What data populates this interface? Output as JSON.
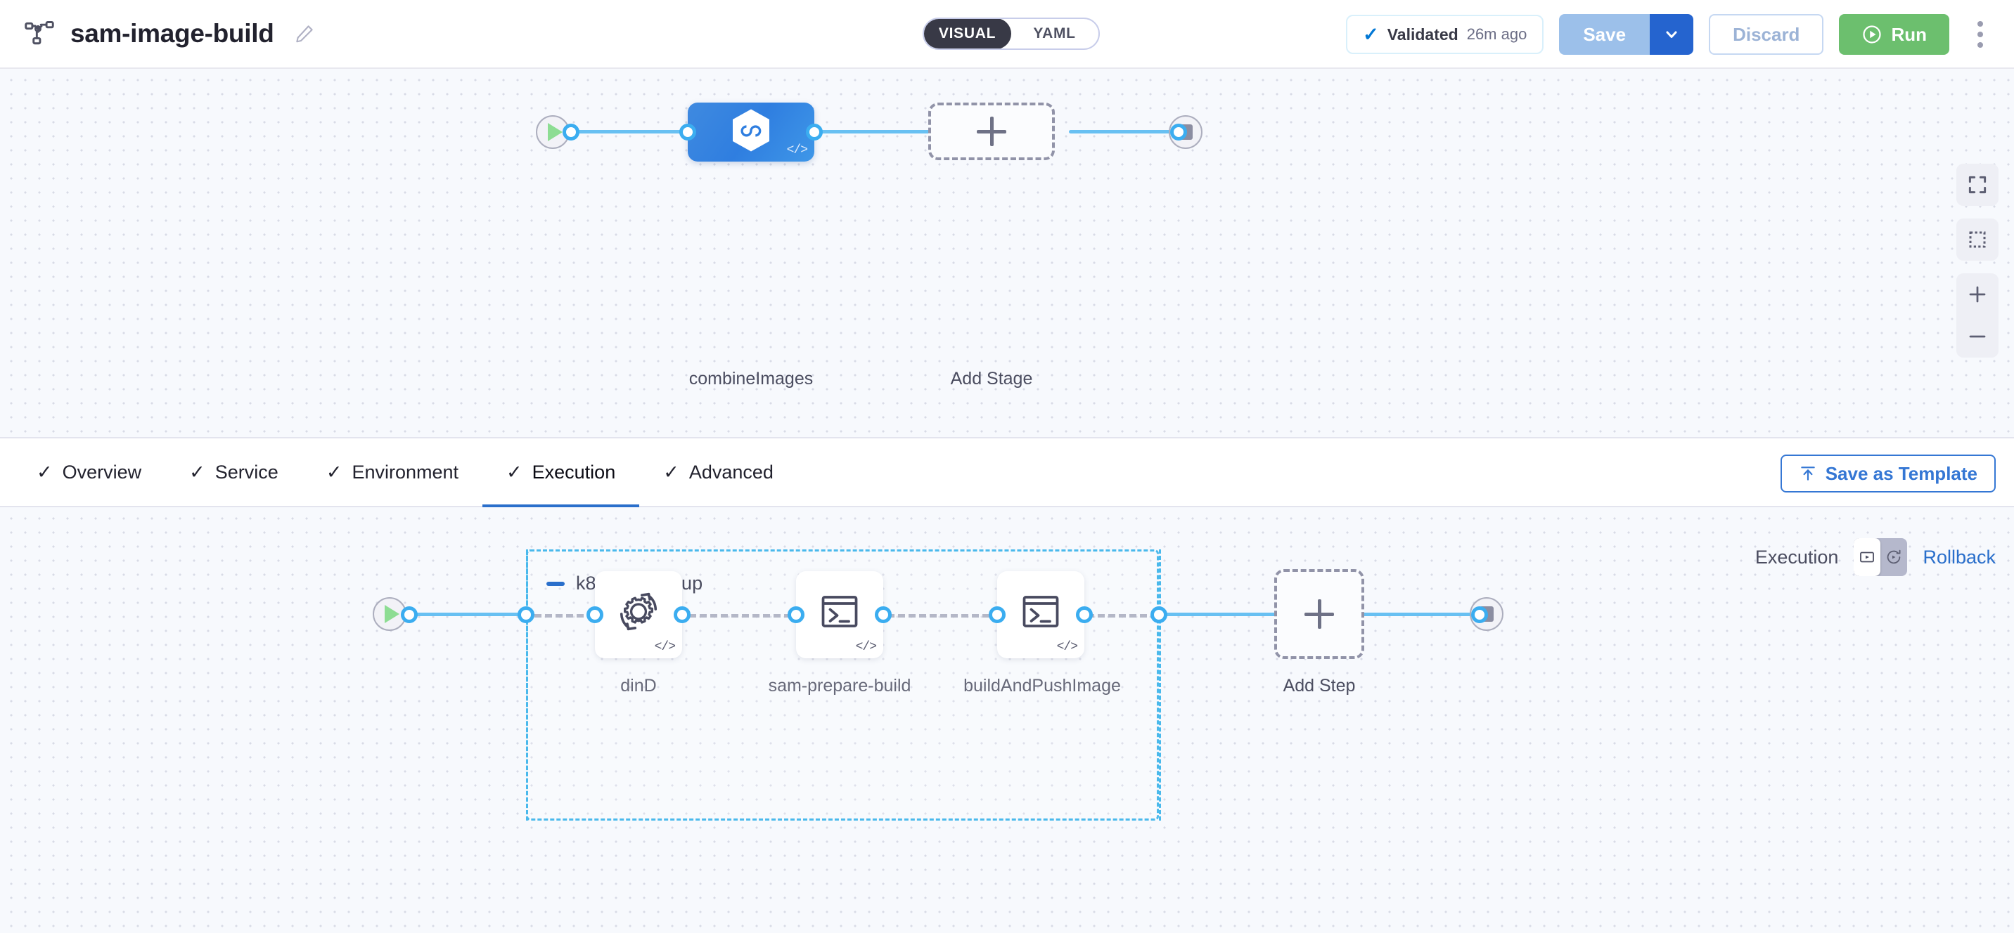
{
  "header": {
    "pipeline_icon": "pipeline-nodes-icon",
    "title": "sam-image-build",
    "edit_icon": "pencil-icon",
    "mode_toggle": {
      "visual": "VISUAL",
      "yaml": "YAML",
      "selected": "VISUAL"
    },
    "validated": {
      "check_icon": "check-icon",
      "label": "Validated",
      "time": "26m ago"
    },
    "save": {
      "label": "Save",
      "caret_icon": "chevron-down-icon"
    },
    "discard": {
      "label": "Discard"
    },
    "run": {
      "label": "Run",
      "icon": "play-circle-icon"
    },
    "more_menu_icon": "kebab-menu-icon"
  },
  "stage_canvas": {
    "start_node": {
      "icon": "play-icon"
    },
    "end_node": {
      "icon": "stop-icon"
    },
    "stage": {
      "name": "combineImages",
      "icon": "harness-deploy-hexagon-icon",
      "badge": "</>"
    },
    "add_stage": {
      "label": "Add Stage",
      "icon": "plus-icon"
    },
    "controls": {
      "fit": "fit-to-screen-icon",
      "select": "selection-box-icon",
      "zoom_in": "plus-icon",
      "zoom_out": "minus-icon"
    }
  },
  "tabs": {
    "items": [
      {
        "label": "Overview",
        "check": "✓",
        "active": false
      },
      {
        "label": "Service",
        "check": "✓",
        "active": false
      },
      {
        "label": "Environment",
        "check": "✓",
        "active": false
      },
      {
        "label": "Execution",
        "check": "✓",
        "active": true
      },
      {
        "label": "Advanced",
        "check": "✓",
        "active": false
      }
    ],
    "save_as_template": {
      "label": "Save as Template",
      "icon": "upload-template-icon"
    }
  },
  "steps_canvas": {
    "start_node": {
      "icon": "play-icon"
    },
    "end_node": {
      "icon": "stop-icon"
    },
    "step_group": {
      "title": "k8s-step-group",
      "collapse_icon": "minus-icon"
    },
    "steps": [
      {
        "name": "dinD",
        "icon": "gear-refresh-icon",
        "badge": "</>"
      },
      {
        "name": "sam-prepare-build",
        "icon": "terminal-icon",
        "badge": "</>"
      },
      {
        "name": "buildAndPushImage",
        "icon": "terminal-icon",
        "badge": "</>"
      }
    ],
    "add_step": {
      "label": "Add Step",
      "icon": "plus-icon"
    },
    "view_switch": {
      "execution_label": "Execution",
      "execution_icon": "play-box-icon",
      "rollback_icon": "rollback-icon",
      "rollback_label": "Rollback",
      "selected": "execution"
    }
  },
  "colors": {
    "accent_blue": "#2a6fcb",
    "link_blue": "#3577d4",
    "run_green": "#6cbf6e",
    "canvas_bg": "#f7f9fd",
    "connector_blue": "#68c0f2",
    "group_border": "#4ab9ec"
  }
}
